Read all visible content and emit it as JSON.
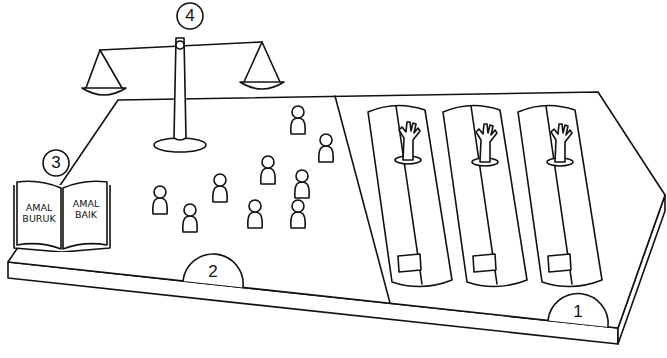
{
  "diagram": {
    "nodes": [
      {
        "text": [
          "AMAL BURUK",
          "AMAL BAIK"
        ]
      }
    ],
    "labels": [
      "4",
      "3",
      "2",
      "1"
    ]
  }
}
